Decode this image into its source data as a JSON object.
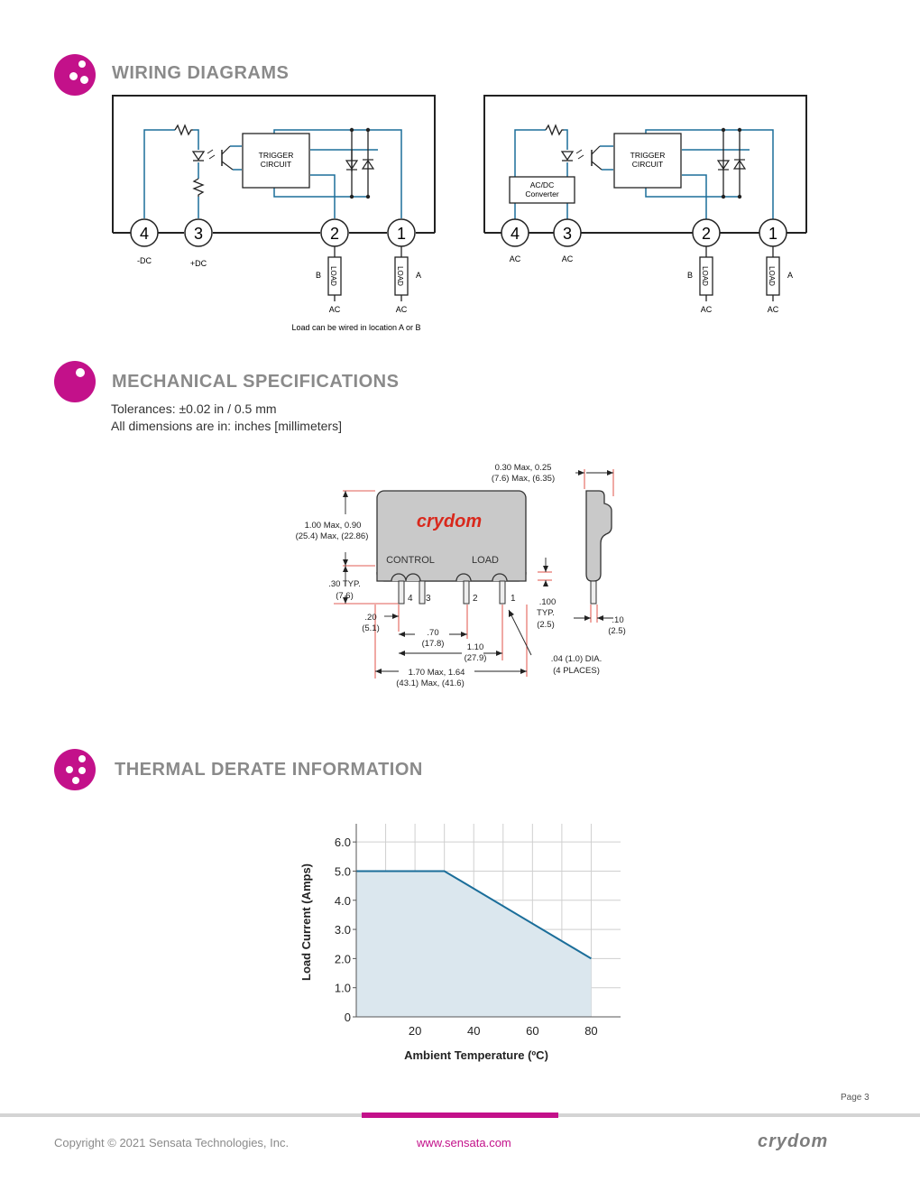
{
  "sections": {
    "wiring": {
      "title": "WIRING DIAGRAMS"
    },
    "mechanical": {
      "title": "MECHANICAL SPECIFICATIONS",
      "tolerances": "Tolerances: ±0.02 in / 0.5 mm",
      "units": "All dimensions are in: inches [millimeters]"
    },
    "thermal": {
      "title": "THERMAL DERATE INFORMATION"
    }
  },
  "wiring_left": {
    "trigger": [
      "TRIGGER",
      "CIRCUIT"
    ],
    "terminals": [
      "4",
      "3",
      "2",
      "1"
    ],
    "terminal_labels": [
      "-DC",
      "+DC"
    ],
    "load_label": "LOAD",
    "load_b": "B",
    "load_a": "A",
    "ac_labels": [
      "AC",
      "AC"
    ],
    "note": "Load can be wired in location A or B"
  },
  "wiring_right": {
    "trigger": [
      "TRIGGER",
      "CIRCUIT"
    ],
    "converter": [
      "AC/DC",
      "Converter"
    ],
    "terminals": [
      "4",
      "3",
      "2",
      "1"
    ],
    "terminal_labels": [
      "AC",
      "AC"
    ],
    "load_label": "LOAD",
    "load_b": "B",
    "load_a": "A",
    "ac_labels": [
      "AC",
      "AC"
    ]
  },
  "mechanical_drawing": {
    "brand": "crydom",
    "control": "CONTROL",
    "load": "LOAD",
    "pins": [
      "4",
      "3",
      "2",
      "1"
    ],
    "dims": {
      "depth": [
        "0.30 Max, 0.25",
        "(7.6) Max, (6.35)"
      ],
      "height": [
        "1.00 Max, 0.90",
        "(25.4) Max, (22.86)"
      ],
      "pin_len": [
        ".30 TYP.",
        "(7.6)"
      ],
      "pitch": [
        ".100",
        "TYP.",
        "(2.5)"
      ],
      "d20": [
        ".20",
        "(5.1)"
      ],
      "d70": [
        ".70",
        "(17.8)"
      ],
      "d110": [
        "1.10",
        "(27.9)"
      ],
      "dia": [
        ".04 (1.0) DIA.",
        "(4 PLACES)"
      ],
      "width": [
        "1.70 Max, 1.64",
        "(43.1) Max, (41.6)"
      ],
      "d10": [
        ".10",
        "(2.5)"
      ]
    }
  },
  "chart_data": {
    "type": "area",
    "x": [
      0,
      30,
      80
    ],
    "values": [
      5.0,
      5.0,
      2.0
    ],
    "xlabel": "Ambient Temperature (ºC)",
    "ylabel": "Load Current (Amps)",
    "xlim": [
      0,
      90
    ],
    "ylim": [
      0,
      6.5
    ],
    "x_ticks": [
      20,
      40,
      60,
      80
    ],
    "x_tick_labels": [
      "20",
      "40",
      "60",
      "80"
    ],
    "y_ticks": [
      0,
      1,
      2,
      3,
      4,
      5,
      6
    ],
    "y_tick_labels": [
      "0",
      "1.0",
      "2.0",
      "3.0",
      "4.0",
      "5.0",
      "6.0"
    ],
    "grid": true,
    "line_color": "#1b6e9a",
    "fill_color": "#dbe7ee"
  },
  "footer": {
    "page": "Page 3",
    "copyright": "Copyright © 2021 Sensata Technologies, Inc.",
    "url": "www.sensata.com",
    "logo": "crydom"
  },
  "colors": {
    "accent": "#c3118a",
    "wire": "#1b6e9a",
    "dim_red": "#d9281c",
    "heading_gray": "#8a8a8a"
  }
}
